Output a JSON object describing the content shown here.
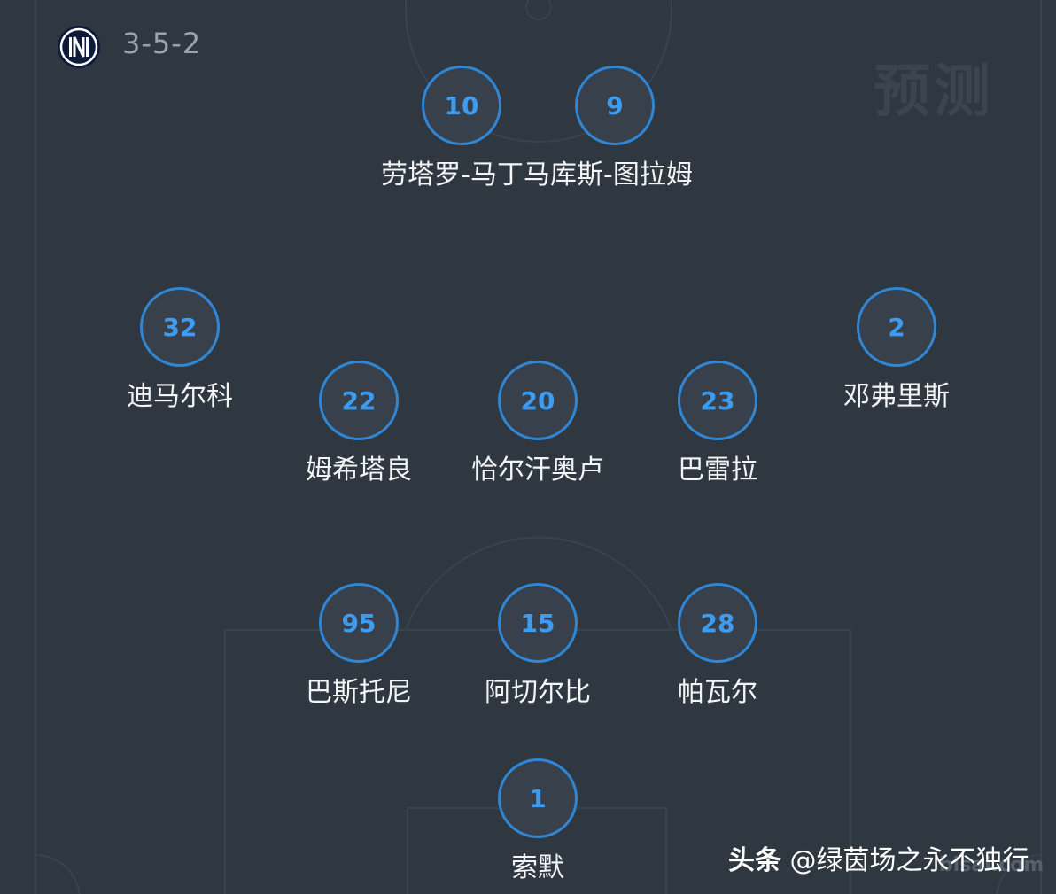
{
  "formation": "3-5-2",
  "watermark": "预测",
  "credit": {
    "platform": "头条",
    "handle": "@绿茵场之永不独行"
  },
  "site_watermark": "bisai.com",
  "colors": {
    "background": "#2f3841",
    "ring": "#2f86d4",
    "number": "#3d9cf0",
    "name": "#f2f4f6"
  },
  "forwards_label": "劳塔罗-马丁马库斯-图拉姆",
  "players": [
    {
      "number": "10",
      "name": ""
    },
    {
      "number": "9",
      "name": ""
    },
    {
      "number": "32",
      "name": "迪马尔科"
    },
    {
      "number": "2",
      "name": "邓弗里斯"
    },
    {
      "number": "22",
      "name": "姆希塔良"
    },
    {
      "number": "20",
      "name": "恰尔汗奥卢"
    },
    {
      "number": "23",
      "name": "巴雷拉"
    },
    {
      "number": "95",
      "name": "巴斯托尼"
    },
    {
      "number": "15",
      "name": "阿切尔比"
    },
    {
      "number": "28",
      "name": "帕瓦尔"
    },
    {
      "number": "1",
      "name": "索默"
    }
  ]
}
